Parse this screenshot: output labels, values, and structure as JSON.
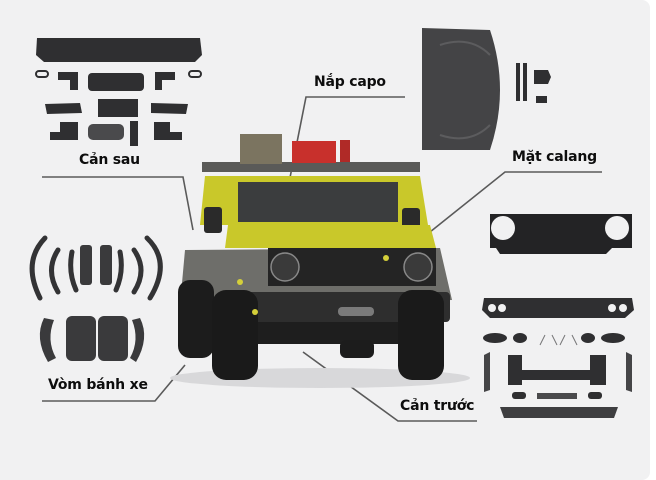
{
  "infographic": {
    "labels": {
      "rear_bumper": "Cản sau",
      "hood": "Nắp capo",
      "grille": "Mặt calang",
      "wheel_arch": "Vòm bánh xe",
      "front_bumper": "Cản trước"
    },
    "colors": {
      "background": "#f1f1f2",
      "part_dark": "#2b2b2d",
      "part_mid": "#4a4a4c",
      "car_yellow": "#c9c82a",
      "car_body_gray": "#6e6e6a",
      "roof_red": "#c8302c",
      "leader_line": "#555555",
      "label_text": "#0d0d0d"
    }
  }
}
